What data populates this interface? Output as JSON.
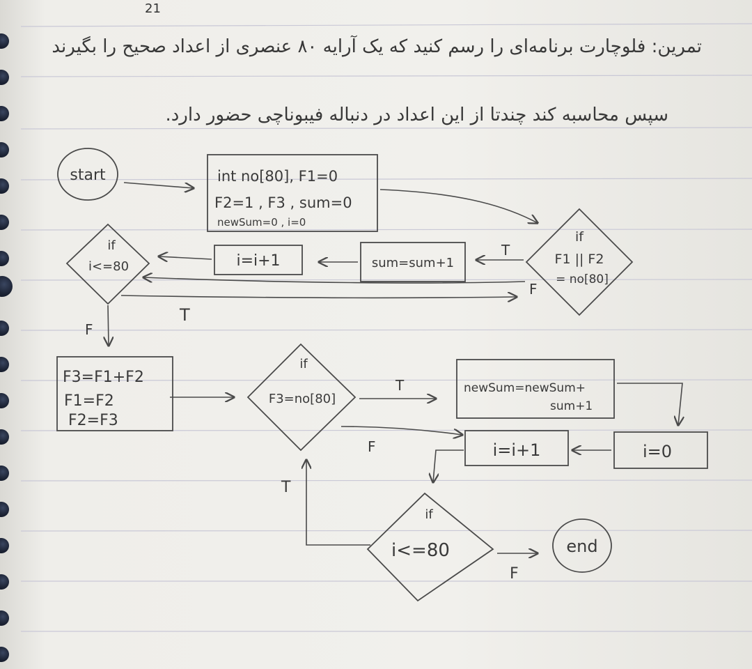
{
  "page": {
    "date": "21",
    "question_line1": "تمرین: فلوچارت برنامه‌ای را رسم کنید که یک آرایه ۸۰ عنصری از اعداد صحیح را بگیرند",
    "question_line2": "سپس محاسبه کند چندتا از این اعداد در دنباله فیبوناچی حضور دارد."
  },
  "diagram": {
    "start": "start",
    "end": "end",
    "init": {
      "line1": "int no[80], F1=0",
      "line2": "F2=1 , F3 , sum=0",
      "line3": "newSum=0 , i=0"
    },
    "cond1": {
      "line1": "if",
      "line2": "F1 || F2",
      "line3": "= no[80]"
    },
    "sum_box": "sum=sum+1",
    "inc1": "i=i+1",
    "cond2": {
      "line1": "if",
      "line2": "i<=80"
    },
    "fib_box": {
      "line1": "F3=F1+F2",
      "line2": "F1=F2",
      "line3": "F2=F3"
    },
    "cond3": {
      "line1": "if",
      "line2": "F3=no[80]"
    },
    "newsum_box": {
      "line1": "newSum=newSum+",
      "line2": "sum+1"
    },
    "inc2": "i=i+1",
    "reset_box": "i=0",
    "cond4": {
      "line1": "if",
      "line2": "i<=80"
    },
    "labels": {
      "c1_true": "T",
      "c1_false": "F",
      "c2_true": "T",
      "c2_false": "F",
      "c3_true": "T",
      "c3_false": "F",
      "c4_true": "T",
      "c4_false": "F"
    }
  }
}
